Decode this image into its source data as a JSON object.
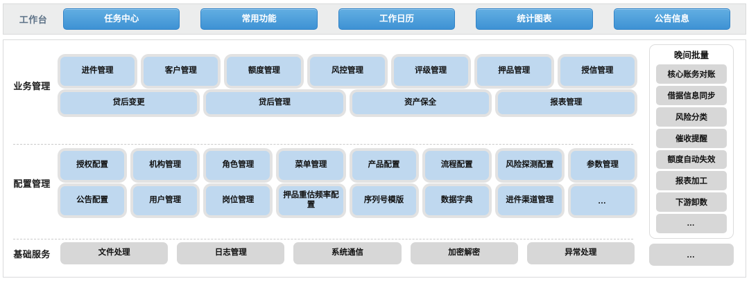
{
  "topbar": {
    "label": "工作台",
    "tabs": [
      {
        "label": "任务中心"
      },
      {
        "label": "常用功能"
      },
      {
        "label": "工作日历"
      },
      {
        "label": "统计图表"
      },
      {
        "label": "公告信息"
      }
    ]
  },
  "sections": [
    {
      "key": "business",
      "label": "业务管理",
      "rows": [
        [
          "进件管理",
          "客户管理",
          "额度管理",
          "风控管理",
          "评级管理",
          "押品管理",
          "授信管理"
        ],
        [
          "贷后变更",
          "贷后管理",
          "资产保全",
          "报表管理"
        ]
      ]
    },
    {
      "key": "config",
      "label": "配置管理",
      "rows": [
        [
          "授权配置",
          "机构管理",
          "角色管理",
          "菜单管理",
          "产品配置",
          "流程配置",
          "风险探测配置",
          "参数管理"
        ],
        [
          "公告配置",
          "用户管理",
          "岗位管理",
          "押品重估频率配置",
          "序列号模版",
          "数据字典",
          "进件渠道管理",
          "…"
        ]
      ]
    },
    {
      "key": "base",
      "label": "基础服务",
      "rows": [
        [
          "文件处理",
          "日志管理",
          "系统通信",
          "加密解密",
          "异常处理"
        ]
      ]
    }
  ],
  "sidebar": {
    "title": "晚间批量",
    "items": [
      "核心账务对账",
      "借据信息同步",
      "风险分类",
      "催收提醒",
      "额度自动失效",
      "报表加工",
      "下游卸数",
      "…"
    ],
    "extra": "…"
  },
  "colors": {
    "tile_blue": "#bfd8ef",
    "tile_gray": "#d7d7d7",
    "tab_blue": "#3e92d4",
    "topbar_bg": "#eceded",
    "panel_border": "#d9dadb",
    "label_text": "#5d7287"
  }
}
